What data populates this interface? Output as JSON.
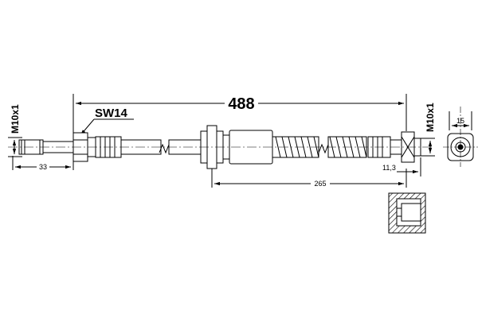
{
  "drawing": {
    "total_length_label": "488",
    "wrench_size_label": "SW14",
    "left_thread_label": "M10x1",
    "right_thread_label": "M10x1",
    "left_fitting_length_label": "33",
    "spring_offset_label": "265",
    "right_flange_label": "11,3",
    "end_view_diameter_label": "15"
  }
}
